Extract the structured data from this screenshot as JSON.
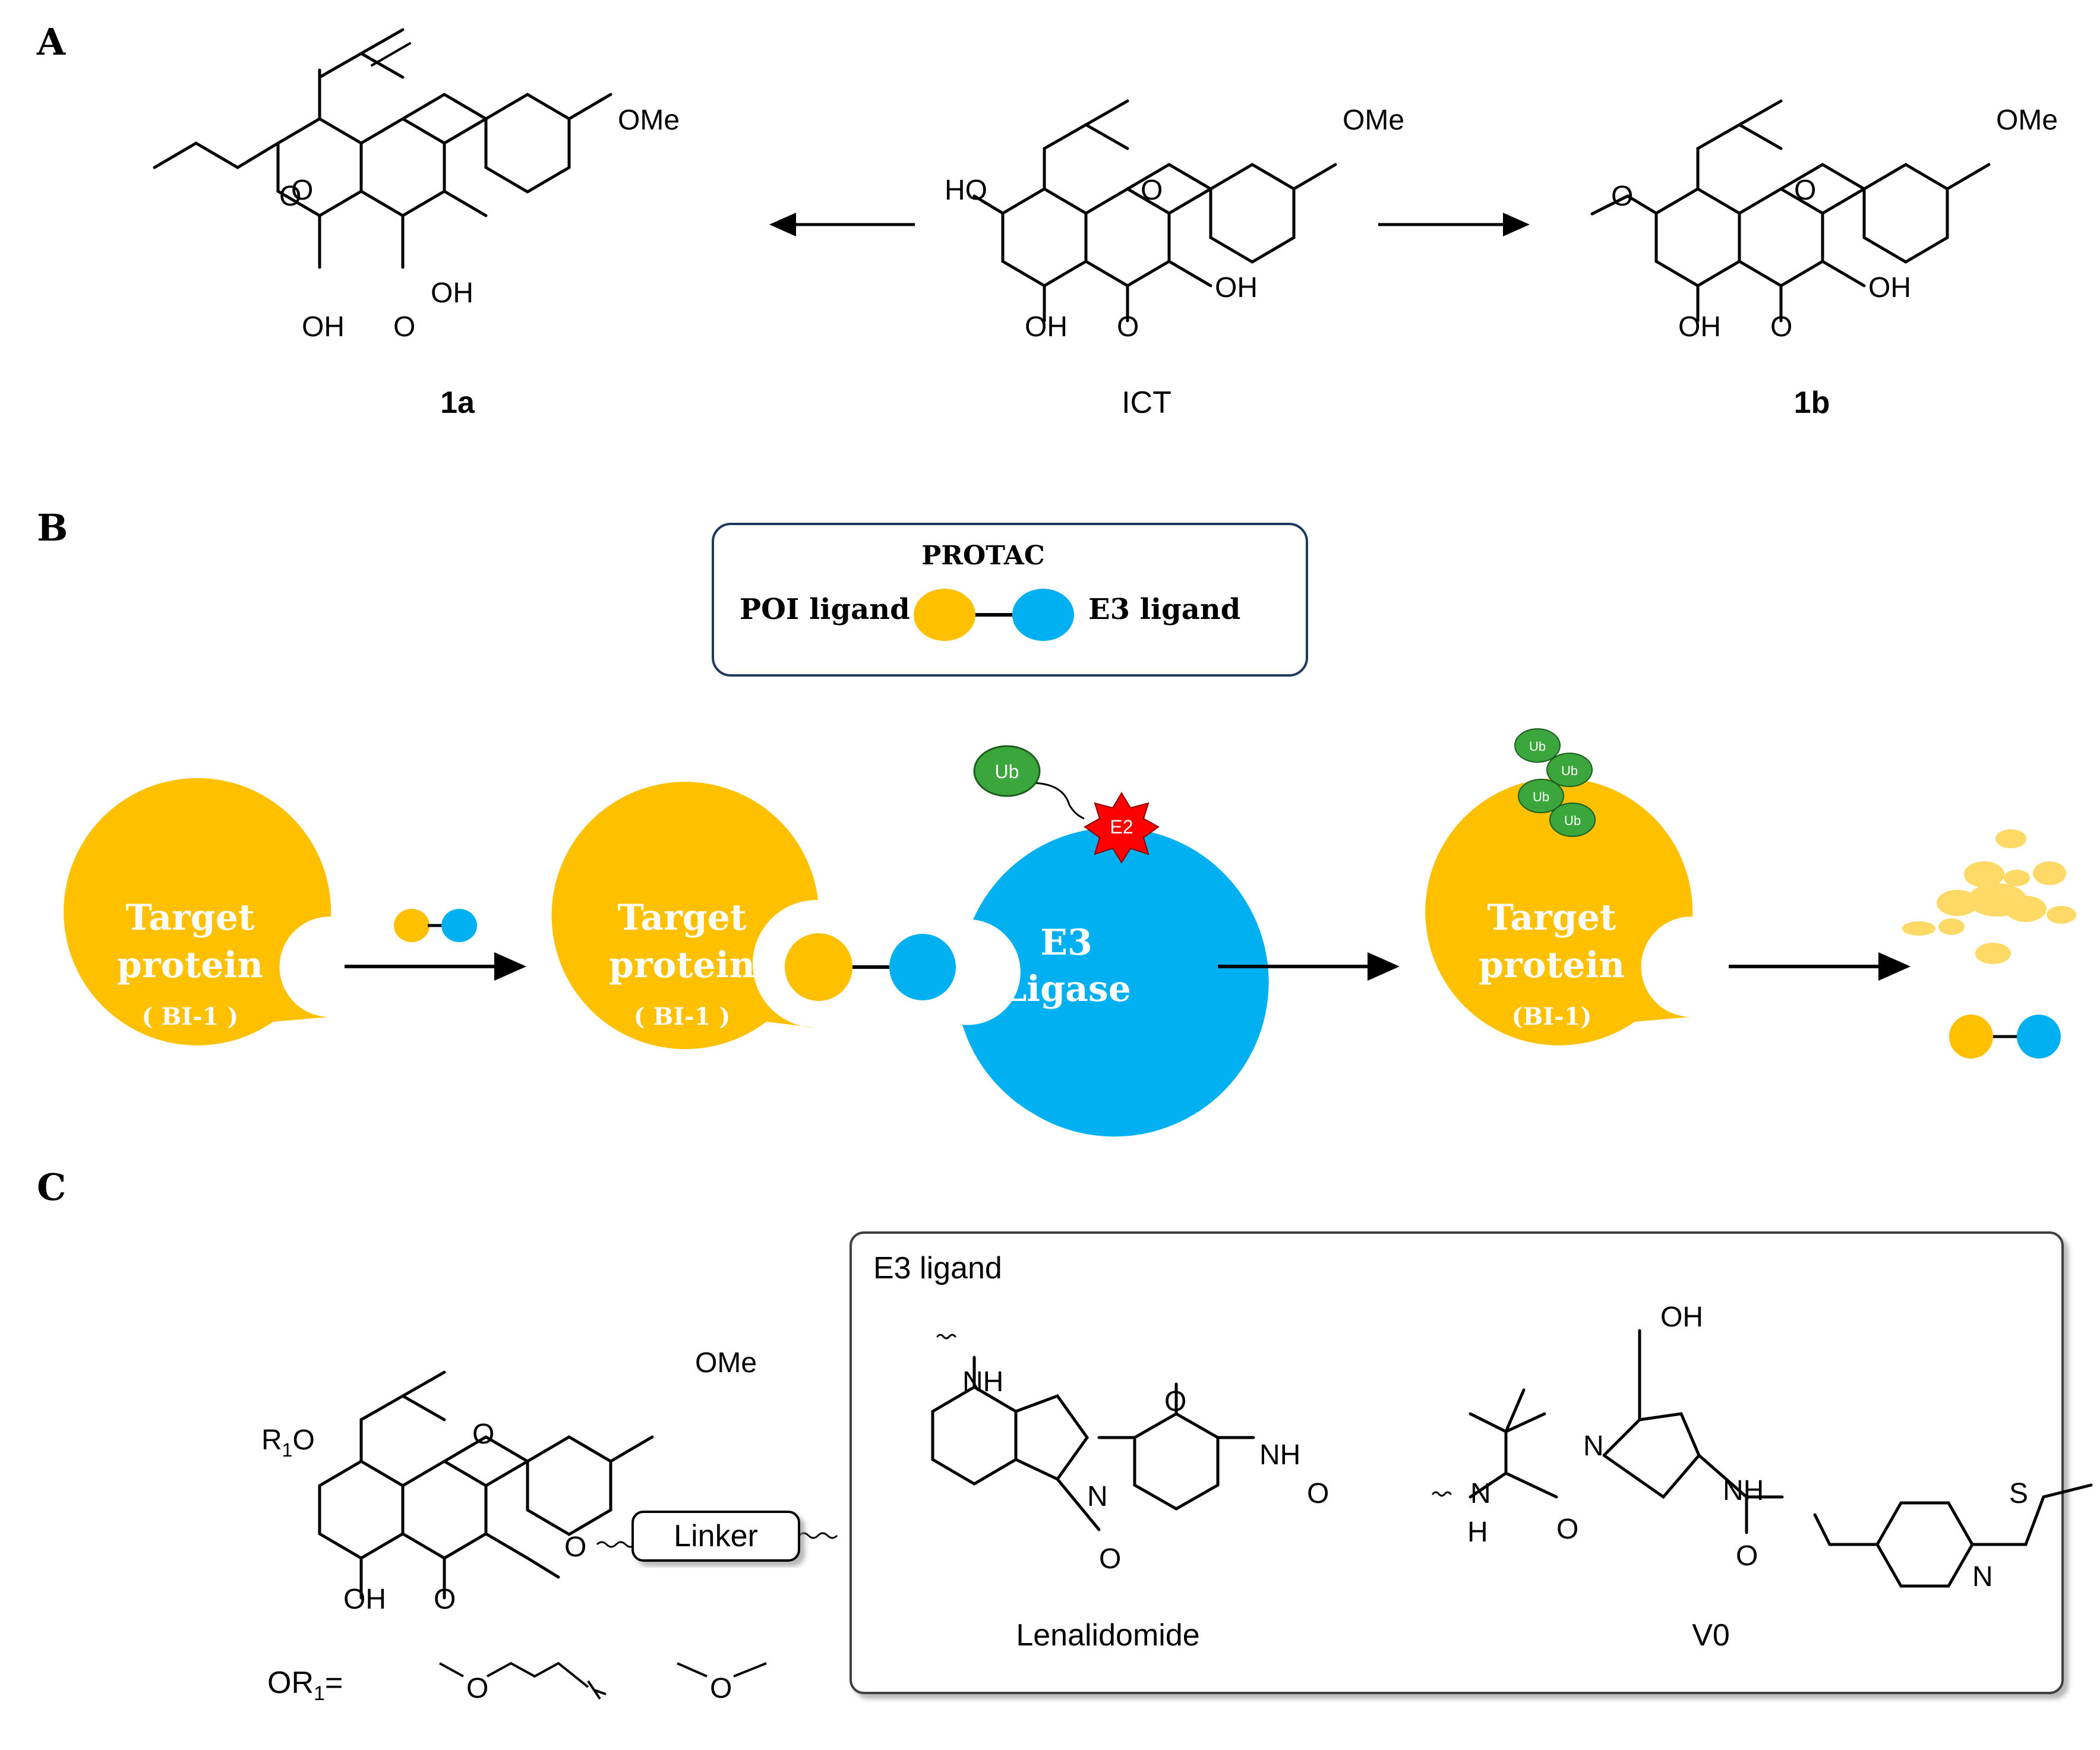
{
  "panels": {
    "a": "A",
    "b": "B",
    "c": "C"
  },
  "chem": {
    "ome": "OMe",
    "oh": "OH",
    "ho": "HO",
    "o": "O",
    "nh": "NH",
    "n": "N",
    "h": "H",
    "s": "S",
    "r1o": "R",
    "r1o_sub": "1",
    "r1o_end": "O",
    "or1": "OR",
    "or1_sub": "1",
    "or1_end": "="
  },
  "compounds": {
    "left": "1a",
    "center": "ICT",
    "right": "1b"
  },
  "protac": {
    "title": "PROTAC",
    "poi": "POI ligand",
    "e3": "E3 ligand"
  },
  "target": {
    "line1": "Target",
    "line2": "protein",
    "tag_spaced": "( BI-1 )",
    "tag": "(BI-1)"
  },
  "e3ligase": {
    "line1": "E3",
    "line2": "Ligase"
  },
  "ub": {
    "label": "Ub",
    "e2": "E2"
  },
  "linker": "Linker",
  "e3box": {
    "title": "E3 ligand",
    "lenalidomide": "Lenalidomide",
    "v0": "V0"
  },
  "colors": {
    "yellow": "#FFC000",
    "blue": "#00B0F0",
    "green": "#3BA63B",
    "red": "#FF0000",
    "debris": "#FFD966"
  }
}
